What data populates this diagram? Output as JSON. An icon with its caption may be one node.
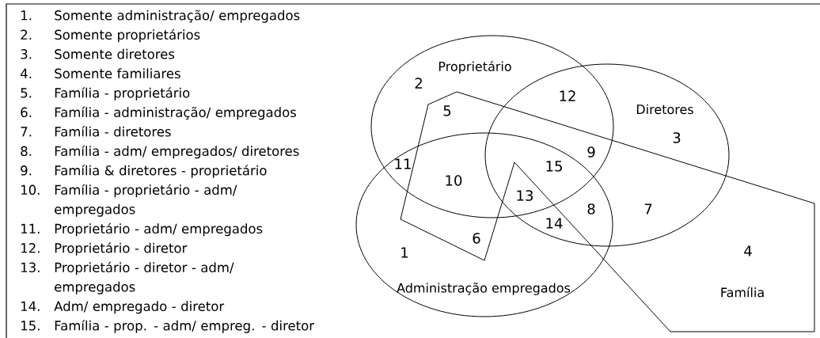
{
  "diagram": {
    "nodes": [
      {
        "text": [
          "Proprietário"
        ]
      },
      {
        "text": [
          "Diretores"
        ]
      },
      {
        "text": [
          "Administração empregados"
        ]
      },
      {
        "text": [
          "Família"
        ]
      }
    ],
    "labels": [
      "1.",
      "Somente administração/ empregados",
      "2.",
      "Somente proprietários",
      "3.",
      "Somente diretores",
      "4.",
      "Somente familiares",
      "5.",
      "Família - proprietário",
      "6.",
      "Família - administração/ empregados",
      "7.",
      "Família - diretores",
      "8.",
      "Família - adm/ empregados/ diretores",
      "9.",
      "Família & diretores - proprietário",
      "10.",
      "Família - proprietário - adm/ empregados",
      "11.",
      "Proprietário - adm/ empregados",
      "12.",
      "Proprietário - diretor",
      "13.",
      "Proprietário - diretor - adm/ empregados",
      "14.",
      "Adm/ empregado - diretor",
      "15.",
      "Família - prop. - adm/ empreg. - diretor",
      "2",
      "12",
      "5",
      "3",
      "9",
      "11",
      "15",
      "10",
      "13",
      "8",
      "7",
      "14",
      "6",
      "1",
      "4"
    ]
  }
}
